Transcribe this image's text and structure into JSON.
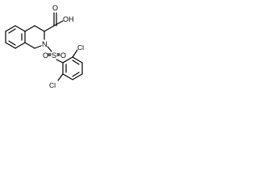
{
  "molecule": {
    "atoms": {
      "carboxyl_oh": "OH",
      "carbonyl_o": "O",
      "ring_n": "N",
      "sulfur": "S",
      "sulfonyl_o_left": "O",
      "sulfonyl_o_right": "O",
      "cl_top": "Cl",
      "cl_bottom": "Cl"
    }
  }
}
